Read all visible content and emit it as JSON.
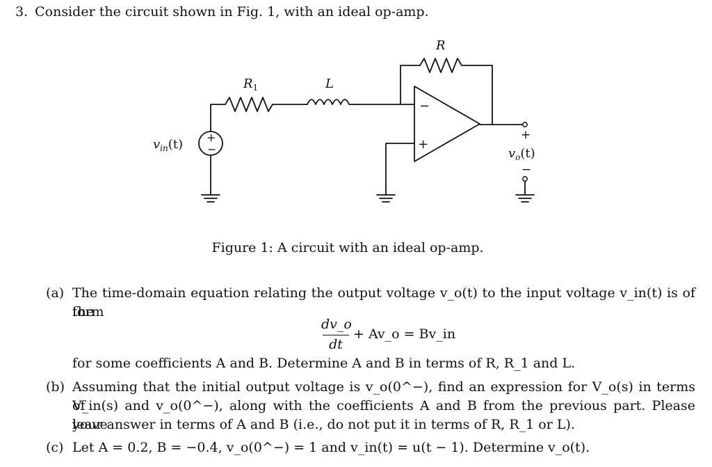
{
  "question": {
    "number": "3.",
    "text": "Consider the circuit shown in Fig. 1, with an ideal op-amp."
  },
  "circuit": {
    "labels": {
      "r_feedback": "R",
      "r1": "R",
      "r1_sub": "1",
      "inductor": "L",
      "vin_main": "v",
      "vin_sub": "in",
      "vin_arg": "(t)",
      "source_plus": "+",
      "source_minus": "−",
      "opamp_minus": "−",
      "opamp_plus": "+",
      "out_plus": "+",
      "out_minus": "−",
      "vo_main": "v",
      "vo_sub": "o",
      "vo_arg": "(t)"
    }
  },
  "figure_caption": "Figure 1: A circuit with an ideal op-amp.",
  "parts": [
    {
      "label": "(a)",
      "lines": [
        "The time-domain equation relating the output voltage v_o(t) to the input voltage v_in(t) is of the",
        "form"
      ],
      "equation": {
        "numerator": "dv_o",
        "denominator": "dt",
        "rest": "+ Av_o = Bv_in"
      },
      "after": "for some coefficients A and B. Determine A and B in terms of R, R_1 and L."
    },
    {
      "label": "(b)",
      "lines": [
        "Assuming that the initial output voltage is v_o(0^−), find an expression for V_o(s) in terms of",
        "V_in(s) and v_o(0^−), along with the coefficients A and B from the previous part. Please leave",
        "your answer in terms of A and B (i.e., do not put it in terms of R, R_1 or L)."
      ]
    },
    {
      "label": "(c)",
      "lines": [
        "Let A = 0.2, B = −0.4, v_o(0^−) = 1 and v_in(t) = u(t − 1). Determine v_o(t)."
      ]
    }
  ]
}
